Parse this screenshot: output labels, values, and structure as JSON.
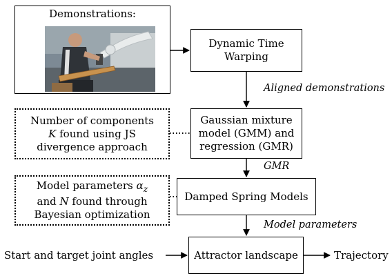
{
  "nodes": {
    "demonstrations": {
      "title": "Demonstrations:"
    },
    "dtw": {
      "text": "Dynamic Time\nWarping"
    },
    "gmm": {
      "text": "Gaussian mixture\nmodel (GMM) and\nregression (GMR)"
    },
    "dsm": {
      "text": "Damped Spring Models"
    },
    "attractor": {
      "text": "Attractor landscape"
    }
  },
  "notes": {
    "components": {
      "line1": "Number of components",
      "k_symbol": "K",
      "line2_rest": " found using JS",
      "line3": "divergence approach"
    },
    "parameters": {
      "line1_pre": "Model parameters ",
      "alpha_symbol": "α",
      "alpha_sub": "z",
      "line2_pre": "and ",
      "n_symbol": "N",
      "line2_rest": " found through",
      "line3": "Bayesian optimization"
    }
  },
  "edges": {
    "aligned": "Aligned demonstrations",
    "gmr": "GMR",
    "model_params": "Model parameters"
  },
  "io": {
    "input": "Start and target joint angles",
    "output": "Trajectory"
  }
}
